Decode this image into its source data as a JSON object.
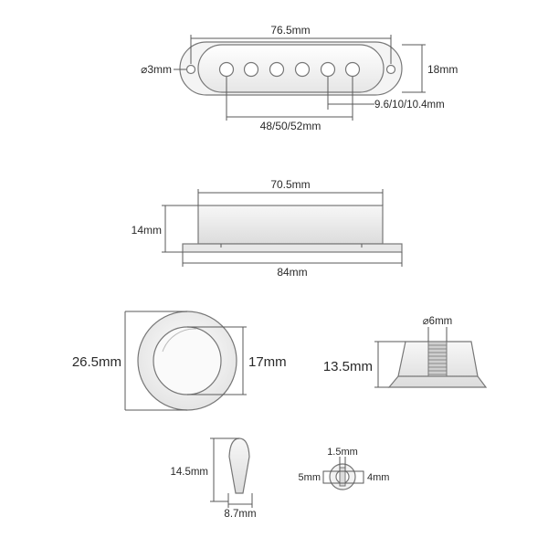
{
  "colors": {
    "outline": "#777777",
    "dim_line": "#5a5a5a",
    "text": "#2a2a2a",
    "part_fill": "#f0f0f0",
    "part_fill_dark": "#d8d8d8"
  },
  "pickup_top": {
    "width": "76.5mm",
    "height": "18mm",
    "hole": "⌀3mm",
    "pole_spacing": "48/50/52mm",
    "pole_height": "9.6/10/10.4mm"
  },
  "pickup_side": {
    "top_width": "70.5mm",
    "height": "14mm",
    "base_width": "84mm"
  },
  "knob_top": {
    "outer": "26.5mm",
    "inner": "17mm"
  },
  "knob_side": {
    "hole": "⌀6mm",
    "height": "13.5mm"
  },
  "switch_tip": {
    "height": "14.5mm",
    "width": "8.7mm"
  },
  "small_tip": {
    "top": "1.5mm",
    "left": "5mm",
    "right": "4mm"
  }
}
